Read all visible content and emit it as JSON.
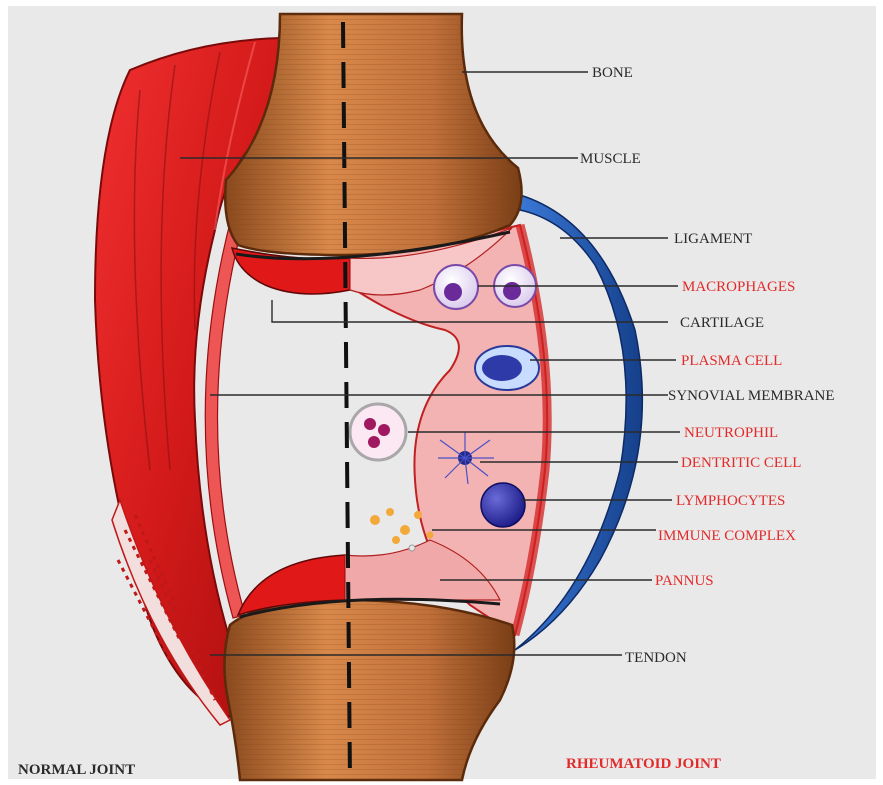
{
  "labels": {
    "bone": "BONE",
    "muscle": "MUSCLE",
    "ligament": "LIGAMENT",
    "macrophages": "MACROPHAGES",
    "cartilage": "CARTILAGE",
    "plasma_cell": "PLASMA CELL",
    "synovial_membrane": "SYNOVIAL MEMBRANE",
    "neutrophil": "NEUTROPHIL",
    "dentritic_cell": "DENTRITIC CELL",
    "lymphocytes": "LYMPHOCYTES",
    "immune_complex": "IMMUNE COMPLEX",
    "pannus": "PANNUS",
    "tendon": "TENDON"
  },
  "captions": {
    "normal_joint": "NORMAL JOINT",
    "rheumatoid_joint": "RHEUMATOID JOINT"
  },
  "colors": {
    "background": "#e9e9e9",
    "bone": "#c8773a",
    "muscle": "#d81e1e",
    "ligament": "#1f5fc0",
    "synovium": "#f4b3b3",
    "label_dark": "#2a2a2a",
    "label_red": "#e32a2a"
  }
}
